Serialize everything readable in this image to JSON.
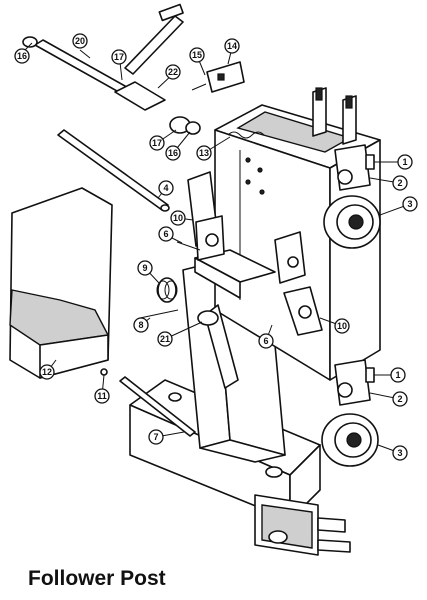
{
  "caption": "Follower Post",
  "callouts": [
    {
      "key": "c16a",
      "label": "16"
    },
    {
      "key": "c20",
      "label": "20"
    },
    {
      "key": "c17a",
      "label": "17"
    },
    {
      "key": "c22",
      "label": "22"
    },
    {
      "key": "c15",
      "label": "15"
    },
    {
      "key": "c14",
      "label": "14"
    },
    {
      "key": "c17b",
      "label": "17"
    },
    {
      "key": "c16b",
      "label": "16"
    },
    {
      "key": "c13",
      "label": "13"
    },
    {
      "key": "c1a",
      "label": "1"
    },
    {
      "key": "c2a",
      "label": "2"
    },
    {
      "key": "c3a",
      "label": "3"
    },
    {
      "key": "c4",
      "label": "4"
    },
    {
      "key": "c10a",
      "label": "10"
    },
    {
      "key": "c6a",
      "label": "6"
    },
    {
      "key": "c9",
      "label": "9"
    },
    {
      "key": "c8",
      "label": "8"
    },
    {
      "key": "c21",
      "label": "21"
    },
    {
      "key": "c6b",
      "label": "6"
    },
    {
      "key": "c10b",
      "label": "10"
    },
    {
      "key": "c12",
      "label": "12"
    },
    {
      "key": "c11",
      "label": "11"
    },
    {
      "key": "c1b",
      "label": "1"
    },
    {
      "key": "c2b",
      "label": "2"
    },
    {
      "key": "c7",
      "label": "7"
    },
    {
      "key": "c3b",
      "label": "3"
    }
  ]
}
